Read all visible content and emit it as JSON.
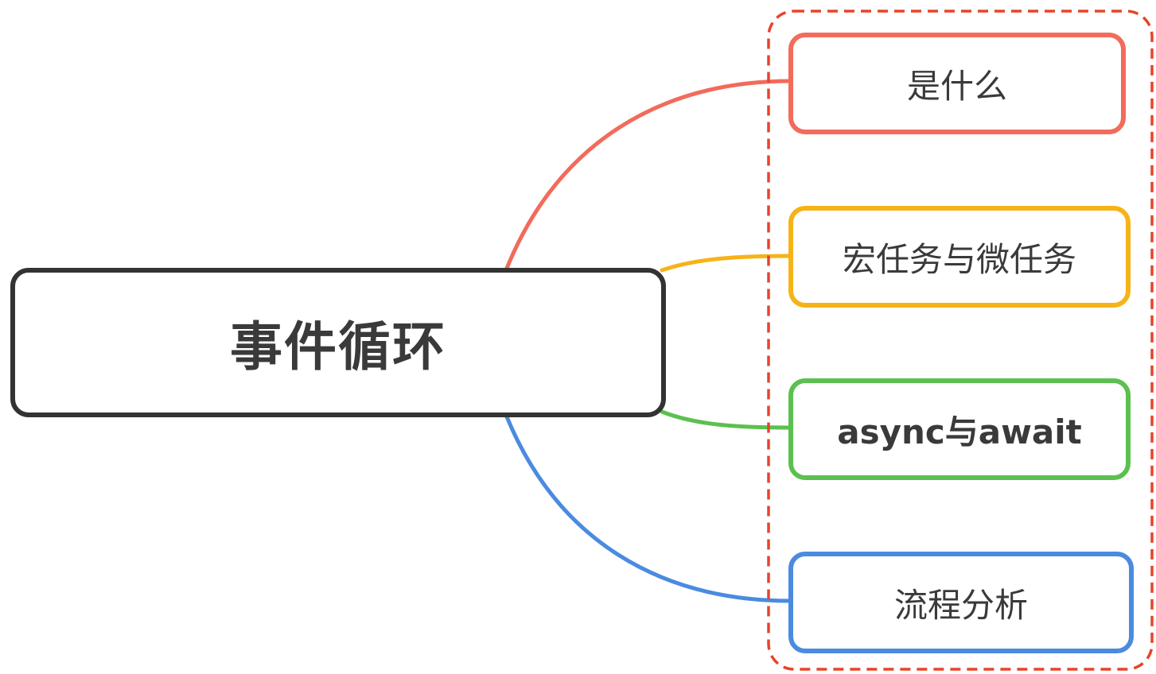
{
  "diagram": {
    "root": {
      "label": "事件循环",
      "border_color": "#333333"
    },
    "group": {
      "border_color": "#e8432a",
      "style": "dashed"
    },
    "children": [
      {
        "label": "是什么",
        "color": "#f26b5b"
      },
      {
        "label": "宏任务与微任务",
        "color": "#f6b318"
      },
      {
        "label": "async与await",
        "color": "#5cc050"
      },
      {
        "label": "流程分析",
        "color": "#4a8be0"
      }
    ]
  }
}
